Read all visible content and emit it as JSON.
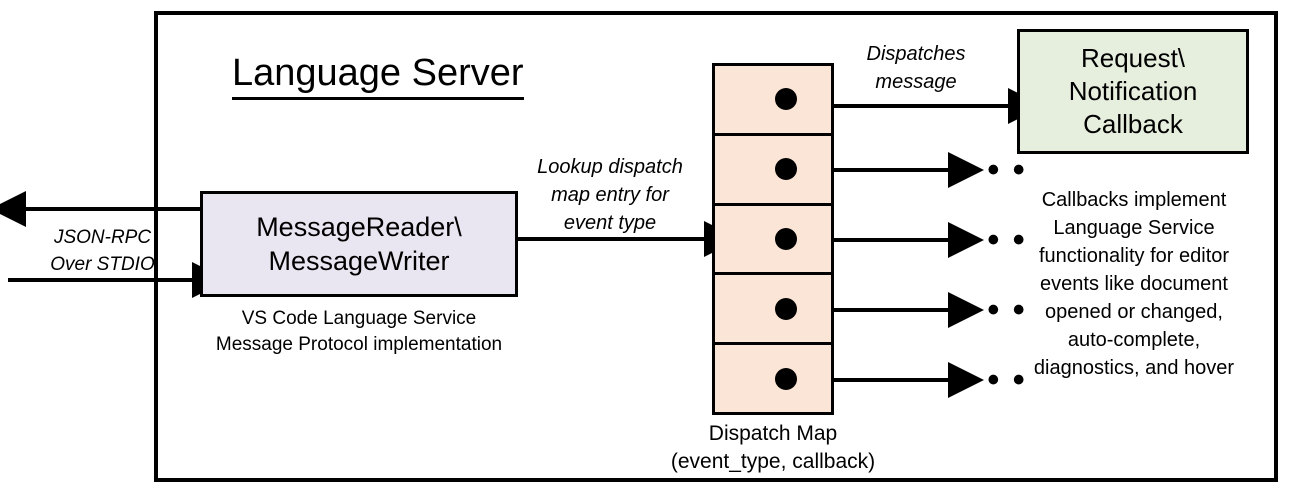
{
  "diagram": {
    "title": "Language Server",
    "outer_border_color": "#000000",
    "background": "#ffffff"
  },
  "io": {
    "label": "JSON-RPC\nOver STDIO",
    "label_line1": "JSON-RPC",
    "label_line2": "Over STDIO",
    "outbound_arrow": "arrow-left-out",
    "inbound_arrow": "arrow-right-in"
  },
  "message_box": {
    "line1": "MessageReader\\",
    "line2": "MessageWriter",
    "fill": "#eae6f1",
    "caption_line1": "VS Code Language Service",
    "caption_line2": "Message Protocol implementation"
  },
  "edges": {
    "lookup_label_line1": "Lookup dispatch",
    "lookup_label_line2": "map entry for",
    "lookup_label_line3": "event type",
    "dispatch_label_line1": "Dispatches",
    "dispatch_label_line2": "message"
  },
  "dispatch_map": {
    "fill": "#fbe5d6",
    "rows": [
      {
        "dot": "callback-dot",
        "target": "callback-box"
      },
      {
        "dot": "callback-dot",
        "target": "ellipsis"
      },
      {
        "dot": "callback-dot",
        "target": "ellipsis"
      },
      {
        "dot": "callback-dot",
        "target": "ellipsis"
      },
      {
        "dot": "callback-dot",
        "target": "ellipsis"
      }
    ],
    "caption_line1": "Dispatch Map",
    "caption_line2": "(event_type, callback)",
    "ellipsis": "• • •"
  },
  "callback_box": {
    "line1": "Request\\",
    "line2": "Notification",
    "line3": "Callback",
    "fill": "#e6eede",
    "caption_line1": "Callbacks implement",
    "caption_line2": "Language Service",
    "caption_line3": "functionality for editor",
    "caption_line4": "events like document",
    "caption_line5": "opened or changed,",
    "caption_line6": "auto-complete,",
    "caption_line7": "diagnostics, and hover"
  }
}
